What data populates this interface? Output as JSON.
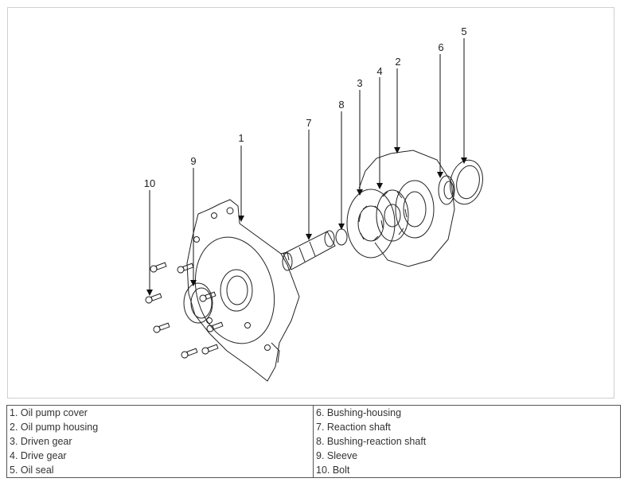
{
  "callouts": {
    "c1": "1",
    "c2": "2",
    "c3": "3",
    "c4": "4",
    "c5": "5",
    "c6": "6",
    "c7": "7",
    "c8": "8",
    "c9": "9",
    "c10": "10"
  },
  "legend": {
    "left": [
      "1. Oil pump cover",
      "2. Oil pump housing",
      "3. Driven gear",
      "4. Drive gear",
      "5. Oil seal"
    ],
    "right": [
      "6. Bushing-housing",
      "7. Reaction shaft",
      "8. Bushing-reaction shaft",
      "9. Sleeve",
      "10. Bolt"
    ]
  }
}
